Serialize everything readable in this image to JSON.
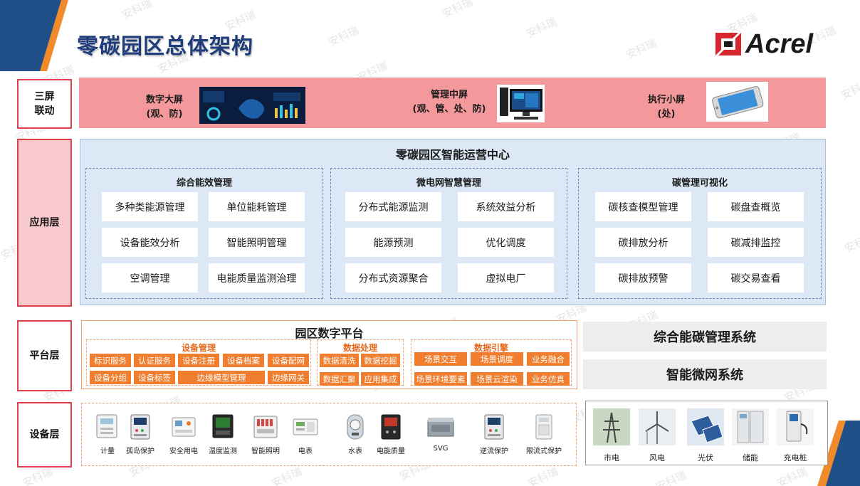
{
  "title": "零碳园区总体架构",
  "logo": {
    "text": "Acrel",
    "brand_color": "#d7262e"
  },
  "watermark": "安科瑞",
  "layers": {
    "screens": "三屏\n联动",
    "application": "应用层",
    "platform": "平台层",
    "device": "设备层"
  },
  "screens": [
    {
      "name": "数字大屏",
      "sub": "(观、防)"
    },
    {
      "name": "管理中屏",
      "sub": "(观、管、处、防)"
    },
    {
      "name": "执行小屏",
      "sub": "(处)"
    }
  ],
  "application": {
    "title": "零碳园区智能运营中心",
    "groups": [
      {
        "title": "综合能效管理",
        "items": [
          "多种类能源管理",
          "单位能耗管理",
          "设备能效分析",
          "智能照明管理",
          "空调管理",
          "电能质量监测治理"
        ]
      },
      {
        "title": "微电网智慧管理",
        "items": [
          "分布式能源监测",
          "系统效益分析",
          "能源预测",
          "优化调度",
          "分布式资源聚合",
          "虚拟电厂"
        ]
      },
      {
        "title": "碳管理可视化",
        "items": [
          "碳核查模型管理",
          "碳盘查概览",
          "碳排放分析",
          "碳减排监控",
          "碳排放预警",
          "碳交易查看"
        ]
      }
    ]
  },
  "platform": {
    "title": "园区数字平台",
    "device_mgmt": {
      "title": "设备管理",
      "row1": [
        "标识服务",
        "认证服务",
        "设备注册",
        "设备档案",
        "设备配网"
      ],
      "row2": [
        "设备分组",
        "设备标签",
        "边缘模型管理",
        "边缘网关"
      ]
    },
    "data_proc": {
      "title": "数据处理",
      "row1": [
        "数据清洗",
        "数据挖掘"
      ],
      "row2": [
        "数据汇聚",
        "应用集成"
      ]
    },
    "data_engine": {
      "title": "数据引擎",
      "row1": [
        "场景交互",
        "场景调度",
        "业务融合"
      ],
      "row2": [
        "场景环境要素",
        "场景云渲染",
        "业务仿真"
      ]
    },
    "systems": [
      "综合能碳管理系统",
      "智能微网系统"
    ]
  },
  "devices": [
    "计量",
    "孤岛保护",
    "安全用电",
    "温度监测",
    "智能照明",
    "电表",
    "水表",
    "电能质量",
    "SVG",
    "逆流保护",
    "限流式保护"
  ],
  "energy_sources": [
    "市电",
    "风电",
    "光伏",
    "储能",
    "充电桩"
  ],
  "colors": {
    "title": "#1f3d7a",
    "layer_border": "#e1404a",
    "screens_bg": "#f3999c",
    "app_bg": "#dce8f5",
    "platform_orange": "#f07e2e",
    "system_bg": "#ededed"
  }
}
